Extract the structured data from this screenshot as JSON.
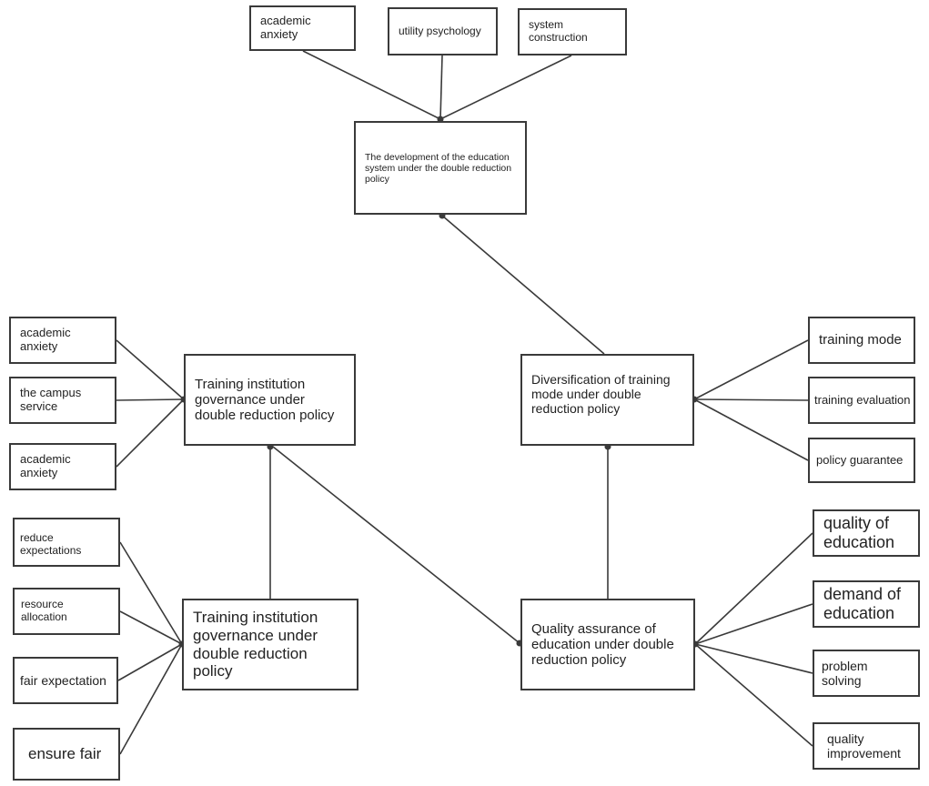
{
  "topics_top": {
    "academic_anxiety": "academic anxiety",
    "utility_psychology": "utility psychology",
    "system_construction": "system construction"
  },
  "central": {
    "development": "The development of the education system under the double reduction policy"
  },
  "topics_left_upper": {
    "academic_anxiety_1": "academic anxiety",
    "campus_service": "the campus service",
    "academic_anxiety_2": "academic anxiety"
  },
  "governance_1": "Training institution governance under double reduction policy",
  "diversification": "Diversification of training mode under double reduction policy",
  "topics_right_upper": {
    "training_mode": "training mode",
    "training_evaluation": "training evaluation",
    "policy_guarantee": "policy guarantee"
  },
  "topics_left_lower": {
    "reduce_expectations": "reduce expectations",
    "resource_allocation": "resource allocation",
    "fair_expectation": "fair expectation",
    "ensure_fair": "ensure fair"
  },
  "governance_2": "Training institution governance under double reduction policy",
  "quality_assurance": "Quality assurance of education under double reduction policy",
  "topics_right_lower": {
    "quality_of_education": "quality of education",
    "demand_of_education": "demand of education",
    "problem_solving": "problem solving",
    "quality_improvement": "quality improvement"
  },
  "colors": {
    "line": "#3a3a3a",
    "box_border": "#3a3a3a",
    "text": "#222222"
  }
}
